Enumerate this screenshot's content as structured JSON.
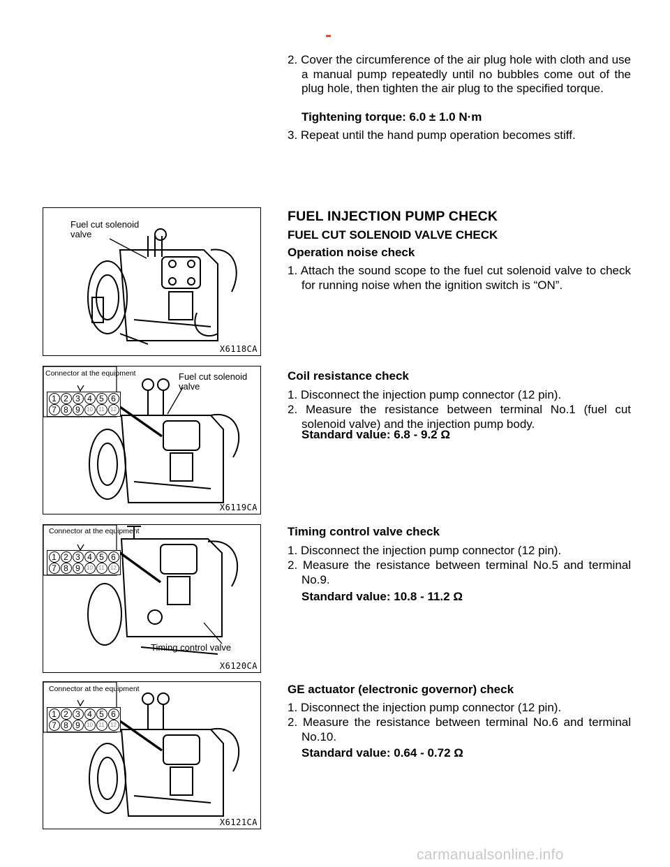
{
  "top": {
    "step2": "2. Cover the circumference of the air plug hole with cloth and use a manual pump repeatedly until no bubbles come out of the plug hole, then tighten the air plug to the specified torque.",
    "step2_torque": "Tightening torque: 6.0 ± 1.0 N·m",
    "step3": "3. Repeat until the hand pump operation becomes stiff."
  },
  "section1": {
    "heading": "FUEL INJECTION PUMP CHECK",
    "subheading": "FUEL CUT SOLENOID VALVE CHECK",
    "check_title": "Operation noise check",
    "step1": "1. Attach the sound scope to the fuel cut solenoid valve to check for running noise when the ignition switch is “ON”."
  },
  "section2": {
    "title": "Coil resistance check",
    "step1": "1. Disconnect the injection pump connector (12 pin).",
    "step2": "2. Measure the resistance between terminal No.1 (fuel cut solenoid valve) and the injection pump body.",
    "standard": "Standard value: 6.8 - 9.2 Ω"
  },
  "section3": {
    "title": "Timing control valve check",
    "step1": "1. Disconnect the injection pump connector (12 pin).",
    "step2": "2. Measure the resistance between terminal No.5 and terminal No.9.",
    "standard": "Standard value: 10.8 - 11.2 Ω"
  },
  "section4": {
    "title": "GE actuator (electronic governor) check",
    "step1": "1. Disconnect the injection pump connector (12 pin).",
    "step2": "2. Measure the resistance between terminal No.6 and terminal No.10.",
    "standard": "Standard value: 0.64 - 0.72 Ω"
  },
  "figures": {
    "fig1": {
      "label": "Fuel cut solenoid valve",
      "code": "X6118CA"
    },
    "fig2": {
      "connector_label": "Connector at the equipment",
      "label": "Fuel cut solenoid valve",
      "code": "X6119CA"
    },
    "fig3": {
      "connector_label": "Connector at the equipment",
      "label": "Timing control valve",
      "code": "X6120CA"
    },
    "fig4": {
      "connector_label": "Connector at the equipment",
      "code": "X6121CA"
    }
  },
  "connector": {
    "row1": [
      "1",
      "2",
      "3",
      "4",
      "5",
      "6"
    ],
    "row2": [
      "7",
      "8",
      "9",
      "10",
      "11",
      "12"
    ]
  },
  "footer": {
    "watermark": "carmanualsonline.info"
  }
}
